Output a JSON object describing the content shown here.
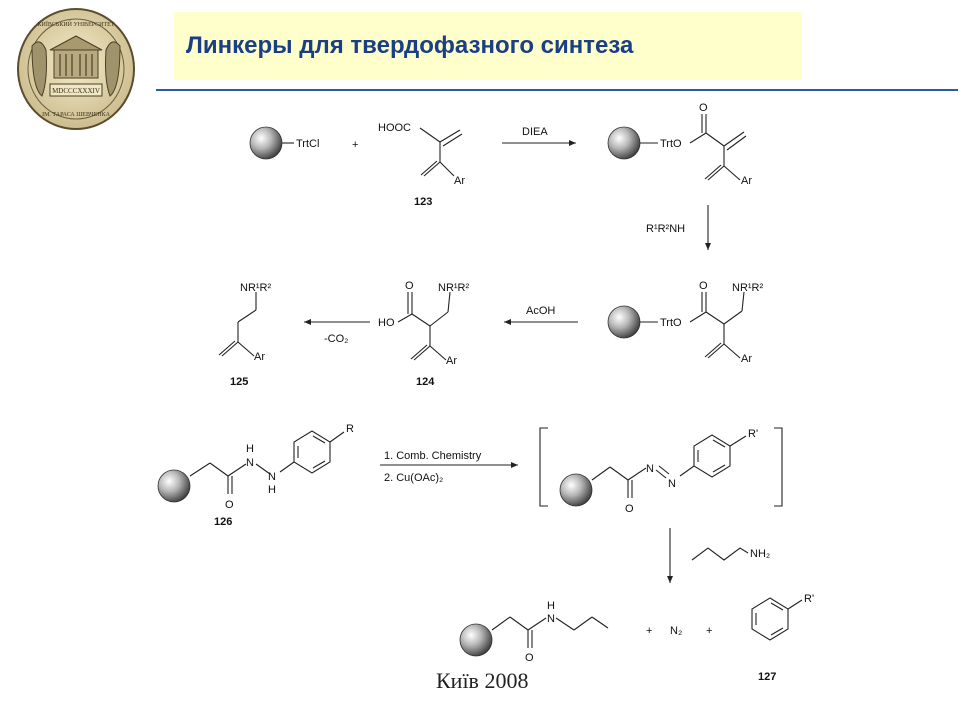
{
  "title": "Линкеры для твердофазного синтеза",
  "logo": {
    "icon": "university-seal",
    "motto_top": "КИЇВСЬКИЙ УНІВЕРСИТЕТ",
    "year": "MDCCCXXXIV",
    "motto_bottom": "ІМ. ТАРАСА ШЕВЧЕНКА"
  },
  "footer": "Київ 2008",
  "scheme": {
    "row1": {
      "reagent1": "TrtCl",
      "plus": "+",
      "acid_group": "HOOC",
      "ar": "Ar",
      "compound_number": "123",
      "arrow_label": "DIEA",
      "product_link": "TrtO",
      "product_ar": "Ar"
    },
    "down_arrow_label": "R¹R²NH",
    "row2": {
      "resin_link": "TrtO",
      "resin_amine": "NR¹R²",
      "resin_ar": "Ar",
      "arrow1_label": "AcOH",
      "acid_ho": "HO",
      "acid_amine": "NR¹R²",
      "acid_ar": "Ar",
      "acid_number": "124",
      "arrow2_label": "-CO₂",
      "ketone_amine": "NR¹R²",
      "ketone_ar": "Ar",
      "ketone_number": "125"
    },
    "row3": {
      "hydrazide_r": "R",
      "hydrazide_h1": "H",
      "hydrazide_n1": "N",
      "hydrazide_n2": "N",
      "hydrazide_h2": "H",
      "hydrazide_o": "O",
      "hydrazide_number": "126",
      "arrow_label_1": "1. Comb. Chemistry",
      "arrow_label_2": "2. Cu(OAc)₂",
      "azo_r": "R'",
      "azo_n1": "N",
      "azo_n2": "N",
      "azo_o": "O"
    },
    "row4": {
      "amine_label": "NH₂",
      "amide_h": "H",
      "amide_n": "N",
      "amide_o": "O",
      "plus1": "+",
      "n2": "N₂",
      "plus2": "+",
      "benzene_r": "R'",
      "benzene_number": "127"
    }
  }
}
